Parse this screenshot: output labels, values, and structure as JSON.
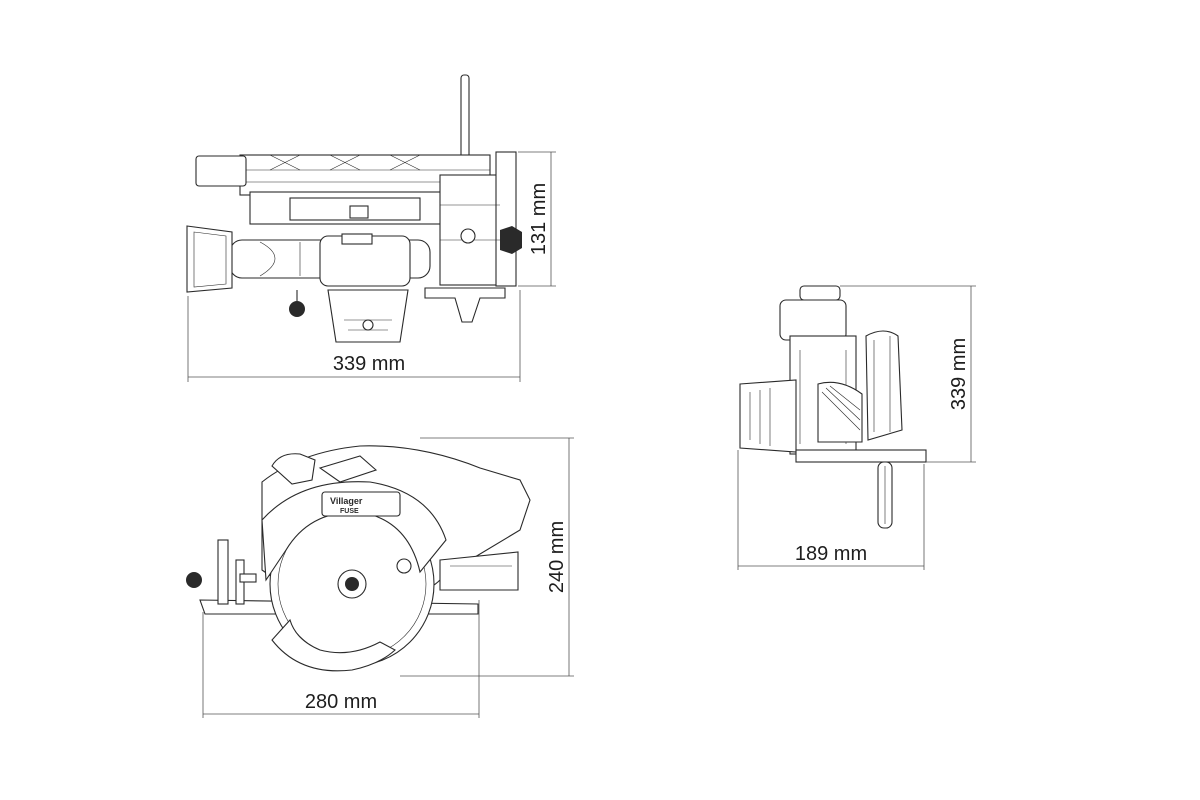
{
  "dimensions": {
    "top_length": "339 mm",
    "top_height": "131 mm",
    "side_width": "280 mm",
    "side_height": "240 mm",
    "front_width": "189 mm",
    "front_height": "339 mm"
  },
  "brand": {
    "name": "Villager",
    "series": "FUSE"
  }
}
